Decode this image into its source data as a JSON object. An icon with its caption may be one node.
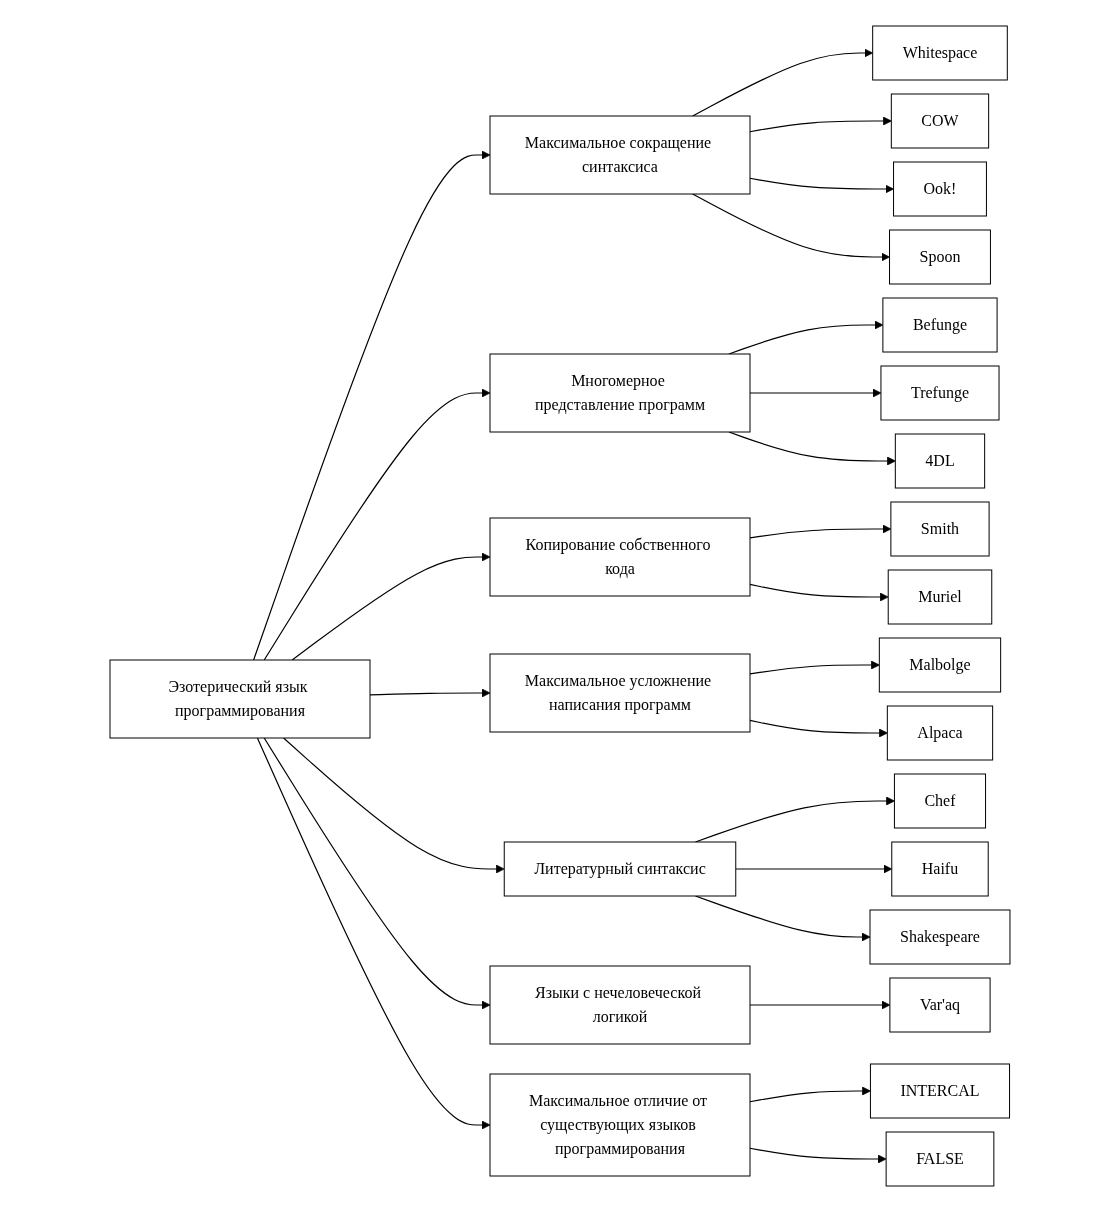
{
  "diagram": {
    "nodes": [
      {
        "text": [
          "Эзотерический язык программирования"
        ]
      },
      {
        "text": [
          "Максимальное сокращение синтаксиса"
        ]
      },
      {
        "text": [
          "Whitespace"
        ]
      },
      {
        "text": [
          "COW"
        ]
      },
      {
        "text": [
          "Ook!"
        ]
      },
      {
        "text": [
          "Spoon"
        ]
      },
      {
        "text": [
          "Многомерное представление программ"
        ]
      },
      {
        "text": [
          "Befunge"
        ]
      },
      {
        "text": [
          "Trefunge"
        ]
      },
      {
        "text": [
          "4DL"
        ]
      },
      {
        "text": [
          "Копирование собственного кода"
        ]
      },
      {
        "text": [
          "Smith"
        ]
      },
      {
        "text": [
          "Muriel"
        ]
      },
      {
        "text": [
          "Максимальное усложнение написания программ"
        ]
      },
      {
        "text": [
          "Malbolge"
        ]
      },
      {
        "text": [
          "Alpaca"
        ]
      },
      {
        "text": [
          "Литературный синтаксис"
        ]
      },
      {
        "text": [
          "Chef"
        ]
      },
      {
        "text": [
          "Haifu"
        ]
      },
      {
        "text": [
          "Shakespeare"
        ]
      },
      {
        "text": [
          "Языки с нечеловеческой логикой"
        ]
      },
      {
        "text": [
          "Var'aq"
        ]
      },
      {
        "text": [
          "Максимальное отличие от существующих языков программирования"
        ]
      },
      {
        "text": [
          "INTERCAL"
        ]
      },
      {
        "text": [
          "FALSE"
        ]
      }
    ],
    "edges": [
      {
        "from": 0,
        "to": 1,
        "arrow": "to"
      },
      {
        "from": 0,
        "to": 6,
        "arrow": "to"
      },
      {
        "from": 0,
        "to": 10,
        "arrow": "to"
      },
      {
        "from": 0,
        "to": 13,
        "arrow": "to"
      },
      {
        "from": 0,
        "to": 16,
        "arrow": "to"
      },
      {
        "from": 0,
        "to": 20,
        "arrow": "to"
      },
      {
        "from": 0,
        "to": 22,
        "arrow": "to"
      },
      {
        "from": 1,
        "to": 2,
        "arrow": "to"
      },
      {
        "from": 1,
        "to": 3,
        "arrow": "to"
      },
      {
        "from": 1,
        "to": 4,
        "arrow": "to"
      },
      {
        "from": 1,
        "to": 5,
        "arrow": "to"
      },
      {
        "from": 6,
        "to": 7,
        "arrow": "to"
      },
      {
        "from": 6,
        "to": 8,
        "arrow": "to"
      },
      {
        "from": 6,
        "to": 9,
        "arrow": "to"
      },
      {
        "from": 10,
        "to": 11,
        "arrow": "to"
      },
      {
        "from": 10,
        "to": 12,
        "arrow": "to"
      },
      {
        "from": 13,
        "to": 14,
        "arrow": "to"
      },
      {
        "from": 13,
        "to": 15,
        "arrow": "to"
      },
      {
        "from": 16,
        "to": 17,
        "arrow": "to"
      },
      {
        "from": 16,
        "to": 18,
        "arrow": "to"
      },
      {
        "from": 16,
        "to": 19,
        "arrow": "to"
      },
      {
        "from": 20,
        "to": 21,
        "arrow": "to"
      },
      {
        "from": 22,
        "to": 23,
        "arrow": "to"
      },
      {
        "from": 22,
        "to": 24,
        "arrow": "to"
      }
    ]
  }
}
